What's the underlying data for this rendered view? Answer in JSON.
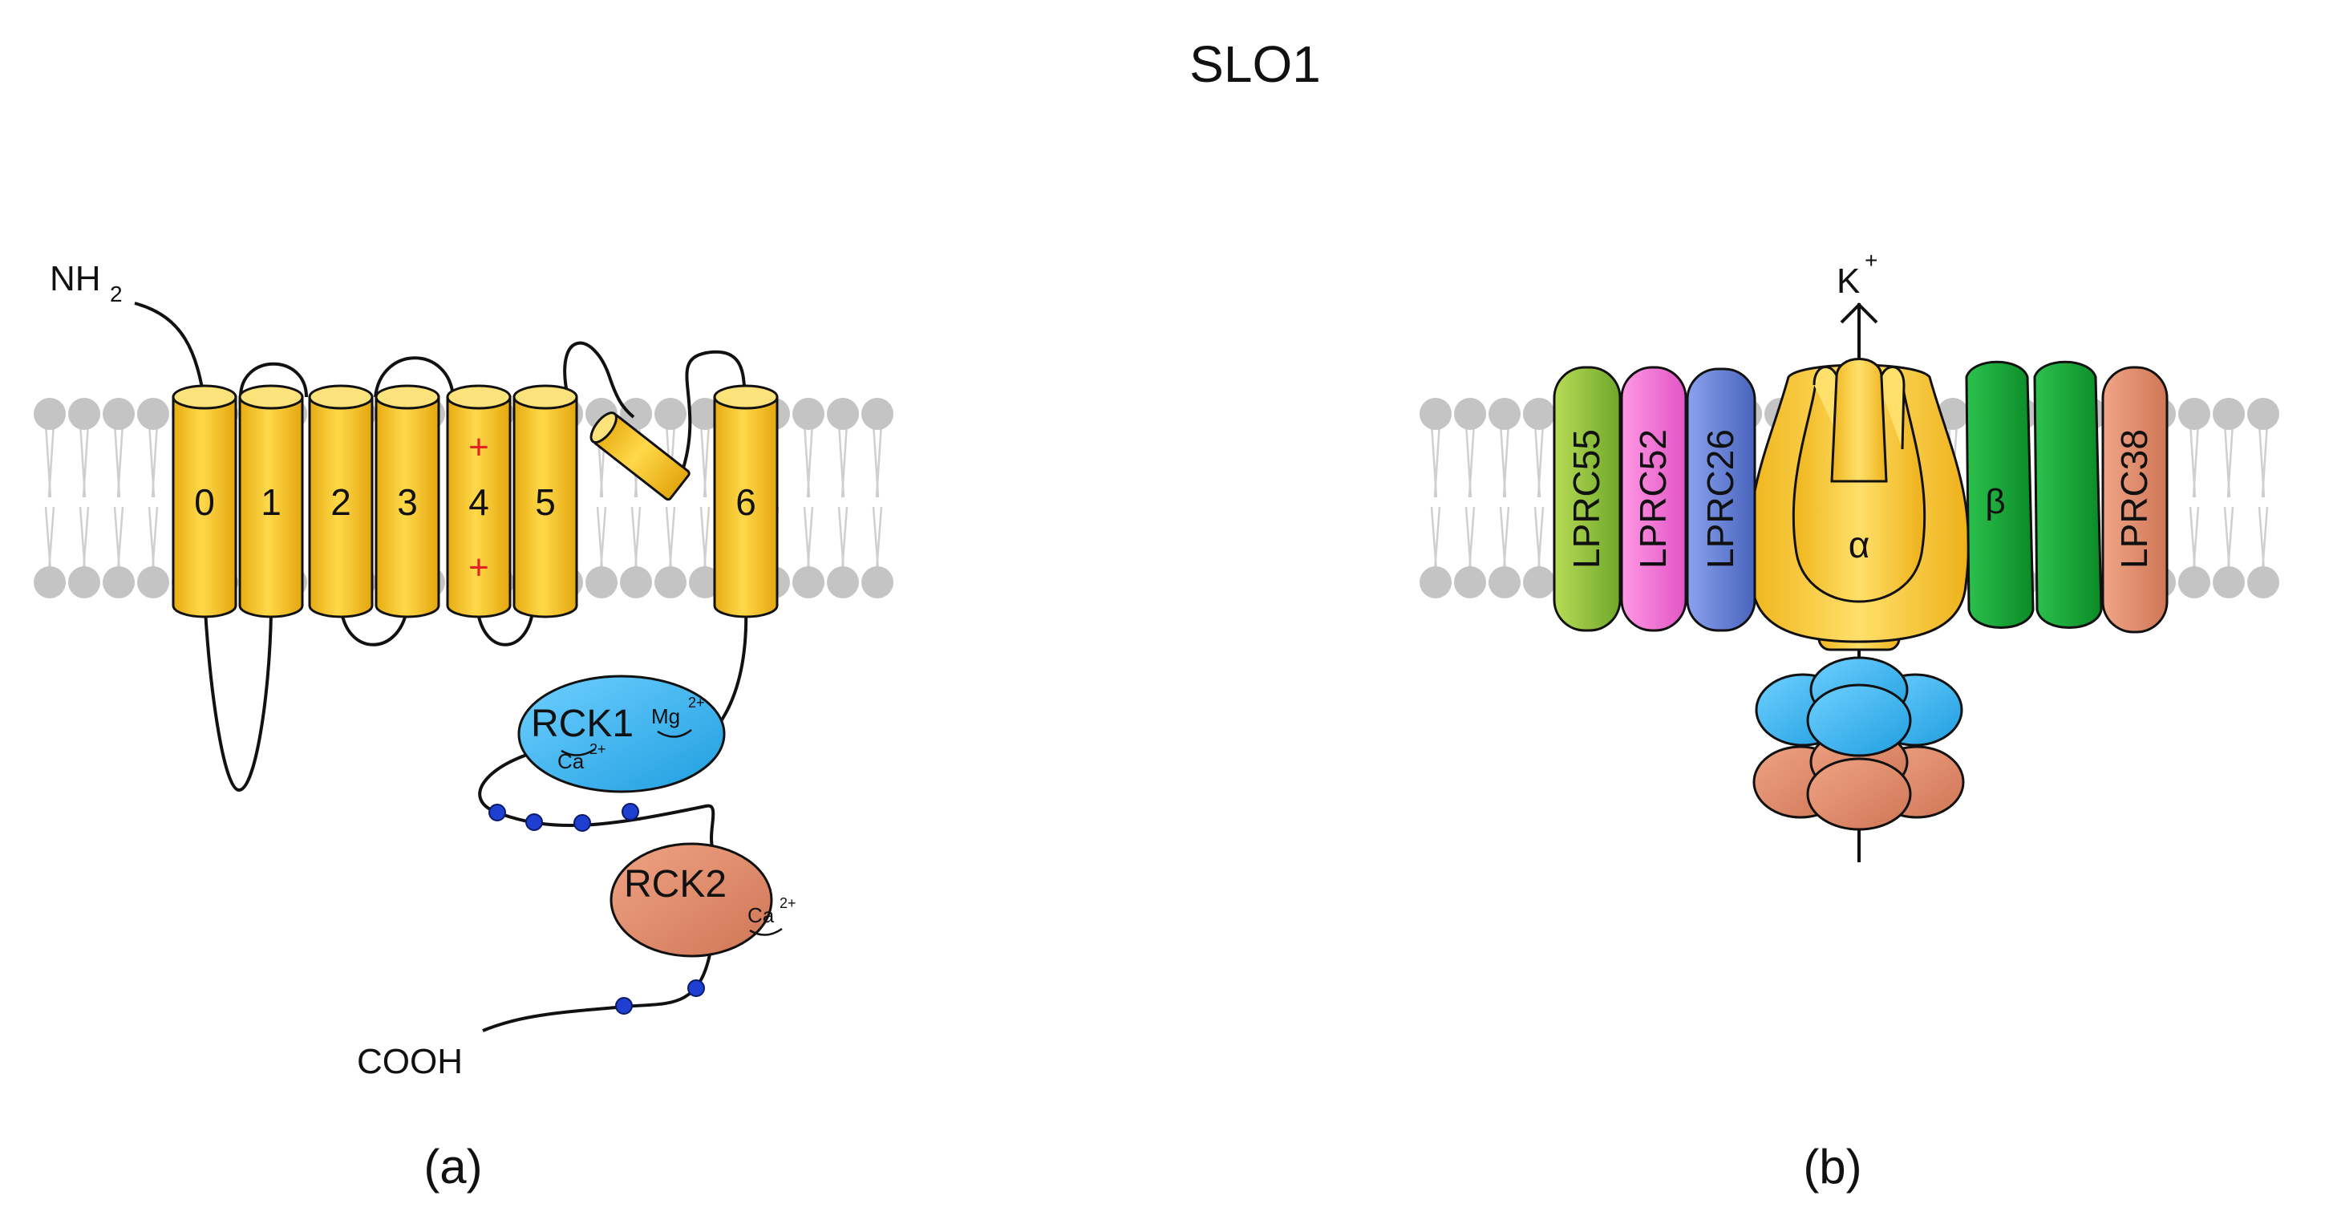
{
  "title": "SLO1",
  "panel_a": {
    "label": "(a)",
    "n_terminus": "NH",
    "n_terminus_sub": "2",
    "c_terminus": "COOH",
    "segments": [
      "0",
      "1",
      "2",
      "3",
      "4",
      "5",
      "6"
    ],
    "charge_symbol": "+",
    "rck1": {
      "label": "RCK1",
      "site_mg": "Mg",
      "site_mg_sup": "2+",
      "site_ca": "Ca",
      "site_ca_sup": "2+"
    },
    "rck2": {
      "label": "RCK2",
      "site_ca": "Ca",
      "site_ca_sup": "2+"
    }
  },
  "panel_b": {
    "label": "(b)",
    "ion": "K",
    "ion_sup": "+",
    "subunits": [
      "LPRC55",
      "LPRC52",
      "LPRC26",
      "α",
      "β",
      "LPRC38"
    ]
  },
  "colors": {
    "helix": "#f5c830",
    "helix_top": "#fbe27a",
    "rck1": "#3bb5ee",
    "rck2": "#e08a6a",
    "beads": "#1f3fd0",
    "lipid": "#c4c4c4",
    "lprc55": "#8fc43a",
    "lprc52": "#f06fd0",
    "lprc26": "#5c78cc",
    "beta": "#15a035",
    "lprc38": "#e08a6a",
    "charge": "#e32222"
  }
}
